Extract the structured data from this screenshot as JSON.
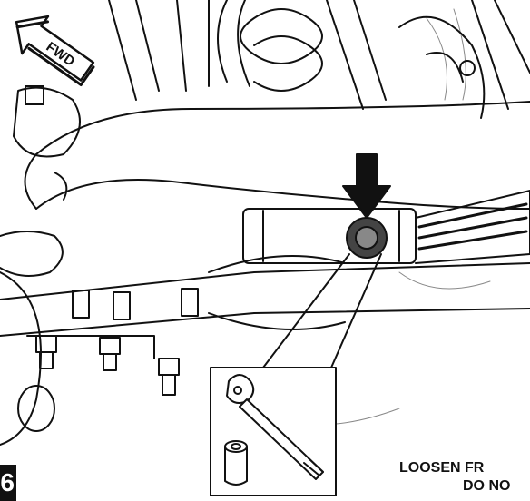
{
  "fwd_label": "FWD",
  "step_number": "6",
  "caption": {
    "line1": "LOOSEN FR",
    "line2": "DO NO"
  }
}
